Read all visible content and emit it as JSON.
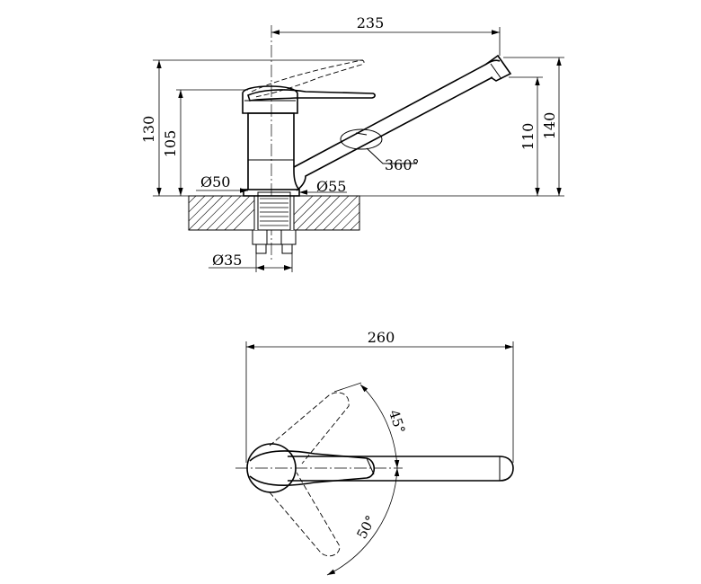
{
  "side_view": {
    "dim_spout_reach": "235",
    "dim_total_height": "130",
    "dim_lever_height": "105",
    "dim_spout_height": "110",
    "dim_top_height": "140",
    "dim_base_diameter": "Ø50",
    "dim_spout_diameter": "Ø55",
    "dim_thread_diameter": "Ø35",
    "dim_rotation": "360°"
  },
  "top_view": {
    "dim_total_length": "260",
    "dim_angle_right": "45°",
    "dim_angle_left": "50°"
  }
}
